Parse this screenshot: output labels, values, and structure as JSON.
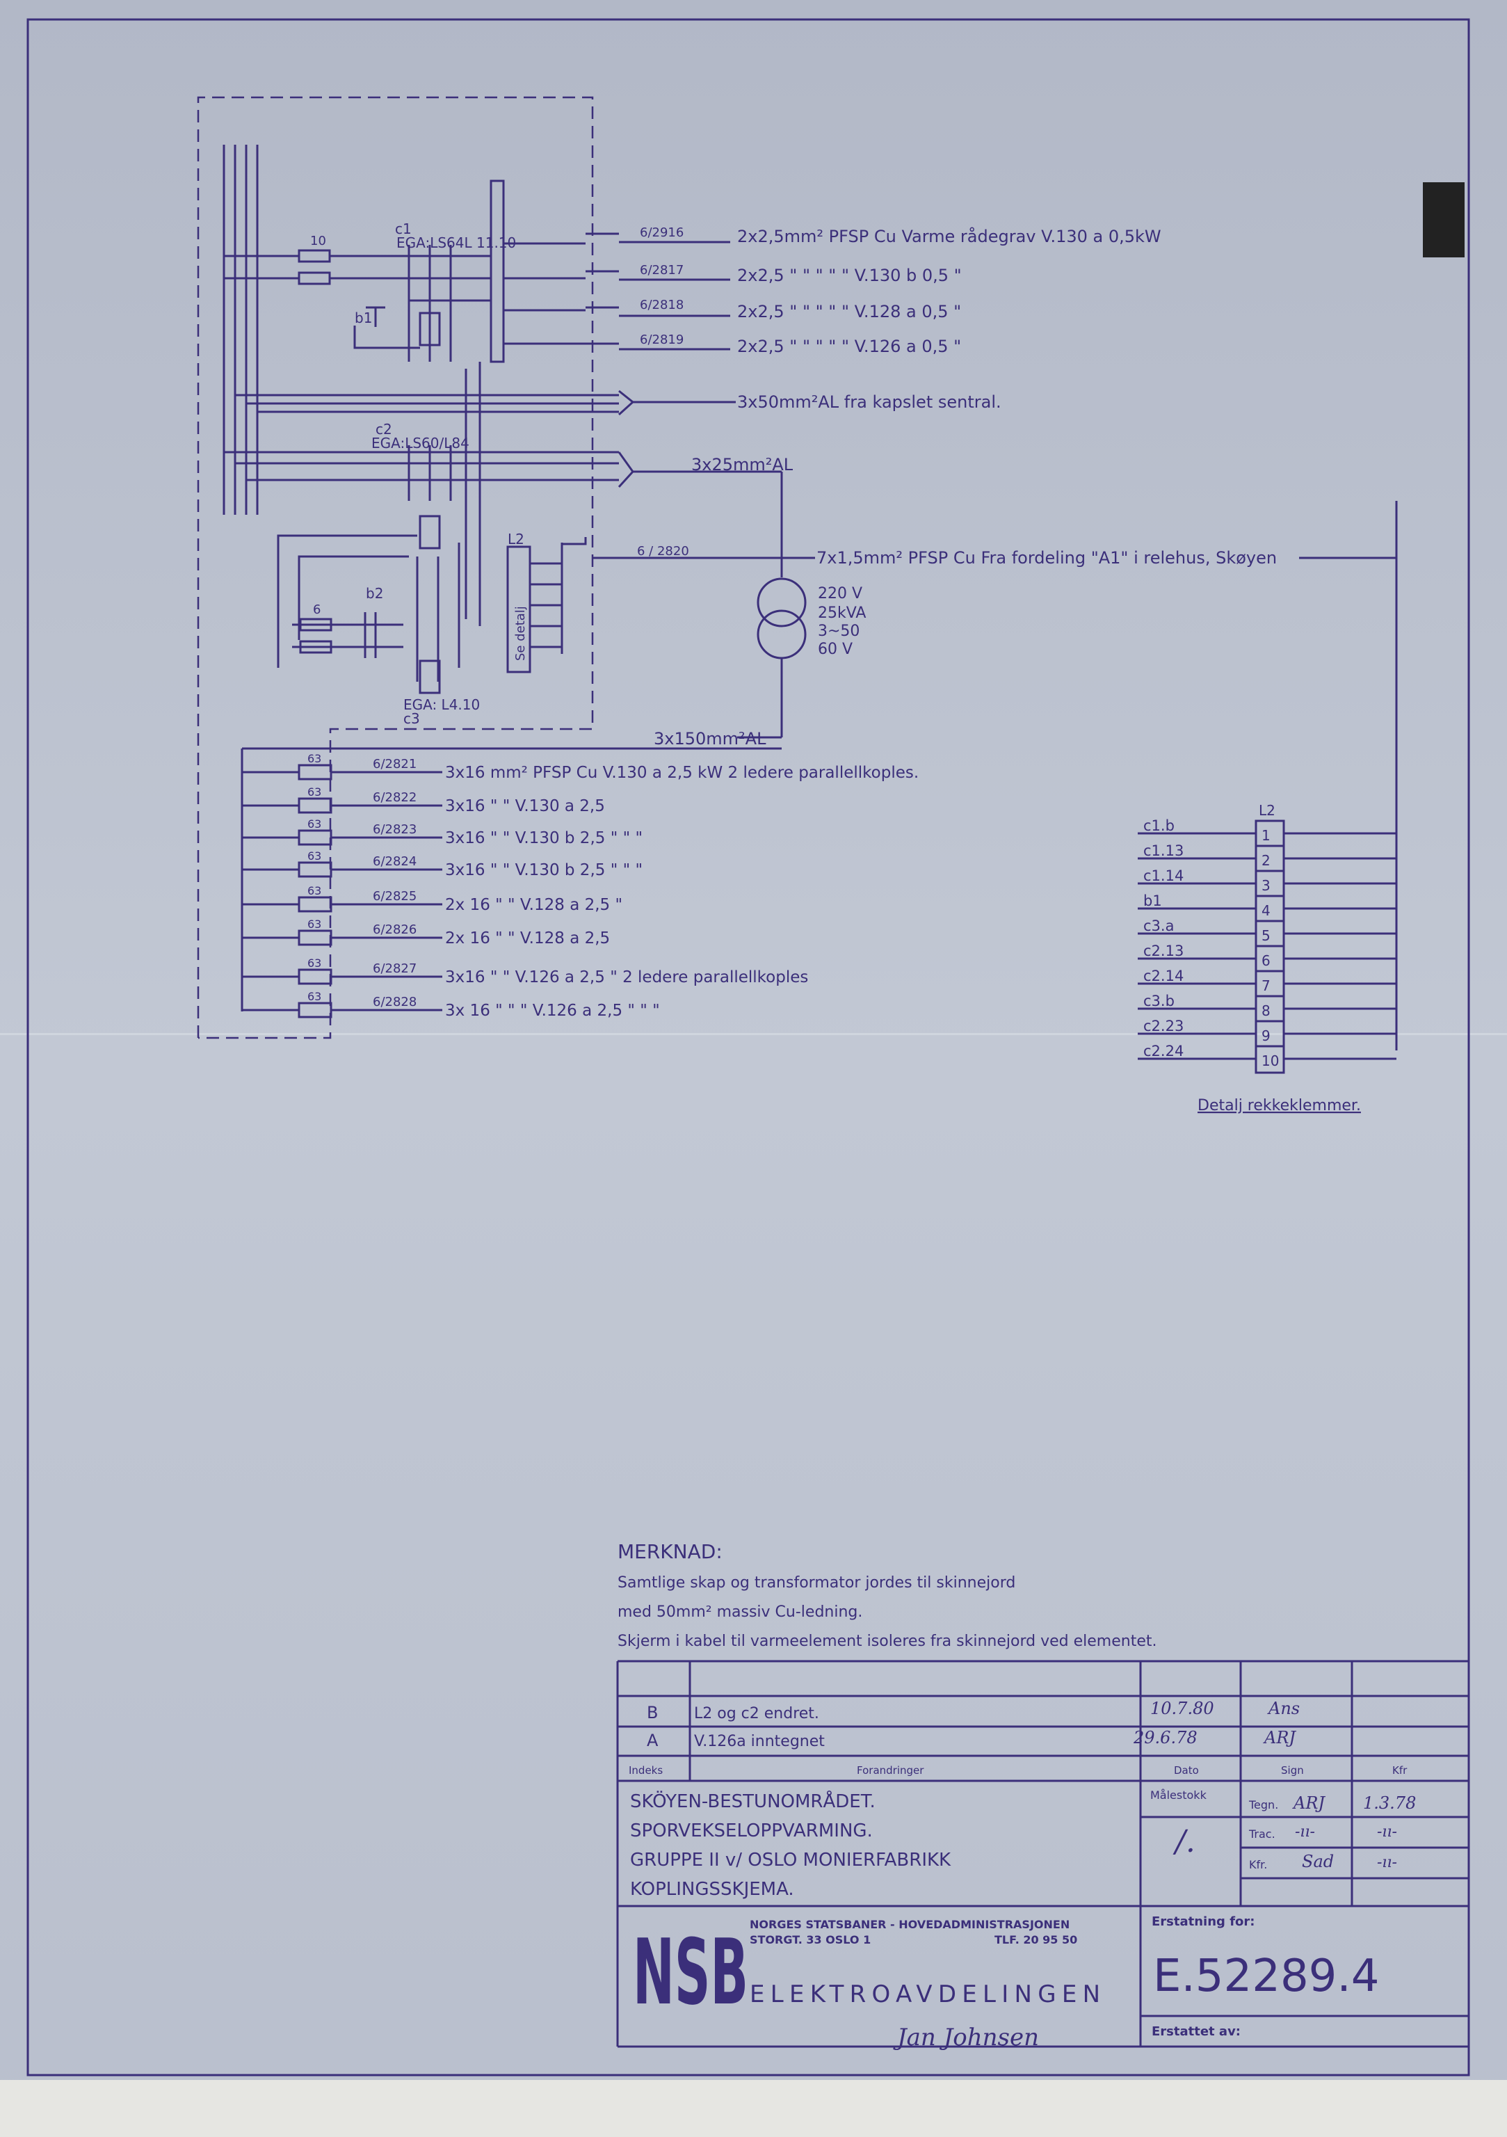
{
  "feeds_top": [
    {
      "ref": "6/2916",
      "text": "2x2,5mm² PFSP Cu  Varme rådegrav  V.130 a 0,5kW"
    },
    {
      "ref": "6/2817",
      "text": "2x2,5  \"     \"     \"     \"     \"     V.130 b 0,5 \""
    },
    {
      "ref": "6/2818",
      "text": "2x2,5  \"     \"     \"     \"     \"     V.128 a 0,5 \""
    },
    {
      "ref": "6/2819",
      "text": "2x2,5  \"     \"     \"     \"     \"     V.126 a 0,5 \""
    }
  ],
  "labels": {
    "fuse_10": "10",
    "c1": "c1",
    "ega_c1": "EGA:LS64L 11.10",
    "b1": "b1",
    "supply": "3x50mm²AL  fra kapslet sentral.",
    "c2": "c2",
    "ega_c2": "EGA:LS60/L84",
    "cable_25": "3x25mm²AL",
    "l2": "L2",
    "se_detalj": "Se detalj",
    "ref_2820": "6 / 2820",
    "cable_7x15": "7x1,5mm² PFSP Cu  Fra fordeling \"A1\" i relehus, Skøyen",
    "fuse_6": "6",
    "b2": "b2",
    "ega_c3": "EGA: L4.10",
    "c3": "c3",
    "tr_220": "220 V",
    "tr_25": "25kVA",
    "tr_350": "3~50",
    "tr_60": "60 V",
    "cable_150": "3x150mm²AL"
  },
  "feeds_bottom": [
    {
      "fuse": "63",
      "ref": "6/2821",
      "text": "3x16 mm² PFSP Cu  V.130 a 2,5 kW  2 ledere parallellkoples."
    },
    {
      "fuse": "63",
      "ref": "6/2822",
      "text": "3x16   \"     \"     V.130 a 2,5"
    },
    {
      "fuse": "63",
      "ref": "6/2823",
      "text": "3x16   \"     \"     V.130 b 2,5  \"    \"       \""
    },
    {
      "fuse": "63",
      "ref": "6/2824",
      "text": "3x16   \"     \"     V.130 b 2,5  \"    \"       \""
    },
    {
      "fuse": "63",
      "ref": "6/2825",
      "text": "2x 16   \"     \"     V.128 a  2,5 \""
    },
    {
      "fuse": "63",
      "ref": "6/2826",
      "text": "2x 16   \"     \"     V.128 a  2,5"
    },
    {
      "fuse": "63",
      "ref": "6/2827",
      "text": "3x16    \"     \"   V.126 a 2,5 \"    2 ledere parallellkoples"
    },
    {
      "fuse": "63",
      "ref": "6/2828",
      "text": "3x 16  \"     \"   \"   V.126 a 2,5 \"     \"      \""
    }
  ],
  "terminal_block": {
    "title": "L2",
    "caption": "Detalj rekkeklemmer.",
    "rows": [
      {
        "wire": "c1.b",
        "num": "1"
      },
      {
        "wire": "c1.13",
        "num": "2"
      },
      {
        "wire": "c1.14",
        "num": "3"
      },
      {
        "wire": "b1",
        "num": "4"
      },
      {
        "wire": "c3.a",
        "num": "5"
      },
      {
        "wire": "c2.13",
        "num": "6"
      },
      {
        "wire": "c2.14",
        "num": "7"
      },
      {
        "wire": "c3.b",
        "num": "8"
      },
      {
        "wire": "c2.23",
        "num": "9"
      },
      {
        "wire": "c2.24",
        "num": "10"
      }
    ]
  },
  "note": {
    "title": "MERKNAD:",
    "lines": [
      "Samtlige skap og transformator jordes til skinnejord",
      "med 50mm² massiv Cu-ledning.",
      "Skjerm i kabel til varmeelement isoleres fra skinnejord ved elementet."
    ]
  },
  "revisions": {
    "headers": {
      "index": "Indeks",
      "changes": "Forandringer",
      "date": "Dato",
      "sign": "Sign",
      "kfr": "Kfr"
    },
    "rows": [
      {
        "index": "B",
        "change": "L2 og c2 endret.",
        "date": "10.7.80",
        "sign": "Ans"
      },
      {
        "index": "A",
        "change": "V.126a inntegnet",
        "date": "29.6.78",
        "sign": "ARJ"
      }
    ]
  },
  "title_block": {
    "project_lines": [
      "SKÖYEN-BESTUNOMRÅDET.",
      "SPORVEKSELOPPVARMING.",
      "GRUPPE II v/ OSLO MONIERFABRIKK",
      "KOPLINGSSKJEMA."
    ],
    "scale_label": "Målestokk",
    "scale_value": "/.",
    "tegn_label": "Tegn.",
    "tegn_sign": "ARJ",
    "tegn_date": "1.3.78",
    "trac_label": "Trac.",
    "trac_sign": "-ıı-",
    "trac_date": "-ıı-",
    "kfr_label": "Kfr.",
    "kfr_sign": "Sad",
    "kfr_date": "-ıı-",
    "logo": "NSB",
    "org_line1": "NORGES STATSBANER - HOVEDADMINISTRASJONEN",
    "org_line2": "STORGT. 33  OSLO 1",
    "org_phone": "TLF. 20 95 50",
    "department": "ELEKTROAVDELINGEN",
    "signature": "Jan Johnsen",
    "replaces_label": "Erstatning for:",
    "drawing_number": "E.52289.4",
    "replaced_by_label": "Erstattet av:"
  }
}
